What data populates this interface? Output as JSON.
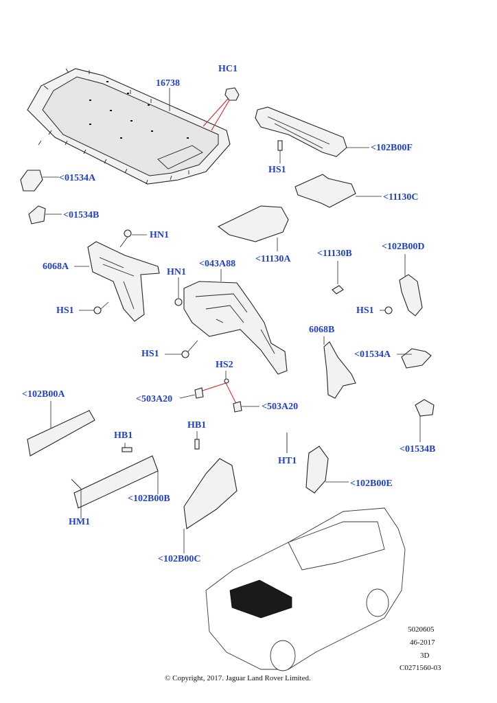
{
  "labels": {
    "hc1": "HC1",
    "p16738": "16738",
    "p102b00f": "<102B00F",
    "hs1_top": "HS1",
    "p01534a_left": "<01534A",
    "p11130c": "<11130C",
    "p01534b_left": "<01534B",
    "hn1_a": "HN1",
    "p6068a": "6068A",
    "p043a88": "<043A88",
    "p11130a": "<11130A",
    "p11130b": "<11130B",
    "p102b00d": "<102B00D",
    "hn1_b": "HN1",
    "hs1_left": "HS1",
    "hs1_right": "HS1",
    "p6068b": "6068B",
    "hs1_mid": "HS1",
    "hs2": "HS2",
    "p01534a_right": "<01534A",
    "p102b00a": "<102B00A",
    "p503a20_left": "<503A20",
    "p503a20_right": "<503A20",
    "hb1_left": "HB1",
    "hb1_right": "HB1",
    "p01534b_right": "<01534B",
    "ht1": "HT1",
    "p102b00e": "<102B00E",
    "p102b00b": "<102B00B",
    "hm1": "HM1",
    "p102b00c": "<102B00C"
  },
  "reference": {
    "line1": "5020605",
    "line2": "46-2017",
    "line3": "3D",
    "line4": "C0271560-03"
  },
  "copyright": "© Copyright, 2017. Jaguar Land Rover Limited.",
  "colors": {
    "label": "#1f3fd0",
    "callout_red": "#e0141a"
  }
}
